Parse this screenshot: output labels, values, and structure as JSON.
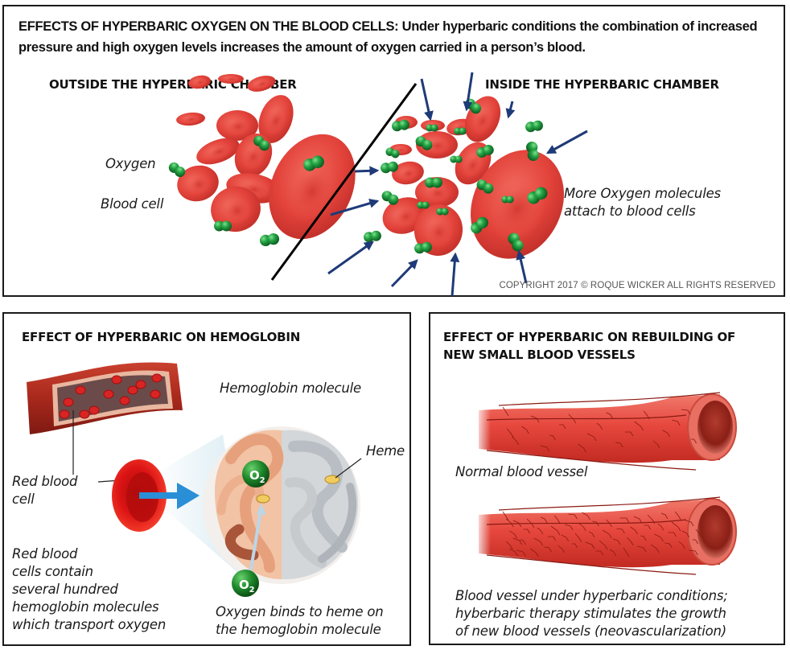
{
  "top": {
    "intro_bold": "EFFECTS OF HYPERBARIC OXYGEN ON THE BLOOD CELLS:",
    "intro_rest": " Under hyperbaric conditions the combination of increased pressure and high oxygen levels increases the amount of oxygen carried in a person’s blood.",
    "outside_heading": "OUTSIDE THE HYPERBARIC CHAMBER",
    "inside_heading": "INSIDE THE HYPERBARIC CHAMBER",
    "label_oxygen": "Oxygen",
    "label_blood_cell": "Blood cell",
    "label_more_oxygen_line1": "More Oxygen molecules",
    "label_more_oxygen_line2": "attach to blood cells",
    "copyright": "COPYRIGHT 2017 ©  ROQUE WICKER  ALL RIGHTS RESERVED"
  },
  "hemoglobin": {
    "heading": "EFFECT OF HYPERBARIC ON HEMOGLOBIN",
    "label_molecule": "Hemoglobin molecule",
    "label_heme": "Heme",
    "label_rbc_line1": "Red blood",
    "label_rbc_line2": "cell",
    "o2_badge": "O",
    "o2_sub": "2",
    "description_lines": [
      "Red blood",
      "cells contain",
      "several hundred",
      "hemoglobin molecules",
      "which transport oxygen"
    ],
    "binding_line1": "Oxygen binds to heme on",
    "binding_line2": "the hemoglobin molecule"
  },
  "vessels": {
    "heading_line1": "EFFECT OF HYPERBARIC ON REBUILDING OF",
    "heading_line2": "NEW SMALL BLOOD VESSELS",
    "label_normal": "Normal blood vessel",
    "caption_lines": [
      "Blood vessel under hyperbaric conditions;",
      "hyberbaric therapy stimulates the growth",
      "of new blood vessels (neovascularization)"
    ]
  },
  "colors": {
    "cell_red": "#e5403a",
    "cell_dark": "#c42a24",
    "oxygen_green": "#1f9a3c",
    "arrow_navy": "#1f3a78",
    "arrow_blue": "#2a8fd6",
    "vessel_red": "#e0463c"
  }
}
